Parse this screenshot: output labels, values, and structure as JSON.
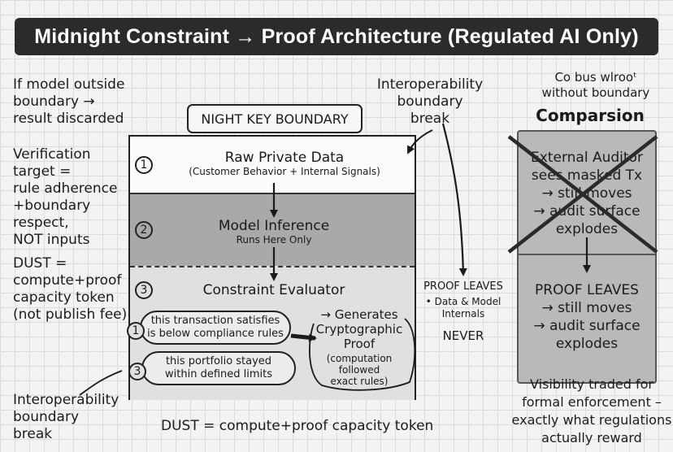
{
  "title": "Midnight Constraint → Proof Architecture (Regulated AI Only)",
  "left_notes": {
    "discard_note": [
      "If model outside",
      "boundary →",
      "result discarded"
    ],
    "verification_note": [
      "Verification",
      "target =",
      "rule adherence",
      "+boundary",
      "respect,",
      "NOT inputs"
    ],
    "dust_note": [
      "DUST =",
      "compute+proof",
      "capacity token",
      "(not publish fee)"
    ],
    "interop_bottom_note": [
      "Interoperability",
      "boundary",
      "break"
    ]
  },
  "interop_top_note": [
    "Interoperability",
    "boundary",
    "break"
  ],
  "boundary_label": "NIGHT KEY BOUNDARY",
  "sections": [
    {
      "num": "1",
      "title": "Raw Private Data",
      "subtitle": "(Customer Behavior + Internal Signals)"
    },
    {
      "num": "2",
      "title": "Model Inference",
      "subtitle": "Runs Here Only"
    },
    {
      "num": "3",
      "title": "Constraint Evaluator"
    }
  ],
  "statements": [
    {
      "num": "1",
      "text": [
        "this transaction satisfies",
        "is below compliance rules"
      ]
    },
    {
      "num": "3",
      "text": [
        "this portfolio stayed",
        "within defined limits"
      ]
    }
  ],
  "generates": [
    "→ Generates",
    "Cryptographic",
    "Proof"
  ],
  "generates_note": [
    "(computation",
    "followed",
    "exact rules)"
  ],
  "proof_leaves_mid": {
    "title": "PROOF LEAVES",
    "bullet": [
      "• Data & Model",
      "Internals"
    ],
    "never": "NEVER"
  },
  "dust_bottom": "DUST = compute+proof capacity token",
  "comparison": {
    "top_note": [
      "Co bus wlrooᵗ",
      "without boundary"
    ],
    "heading": "Comparsion",
    "crossed_text": [
      "External Auditor",
      "sees masked Tx",
      "→ still moves",
      "→ audit surface",
      "explodes"
    ],
    "lower_text": [
      "PROOF LEAVES",
      "→ still moves",
      "→ audit surface",
      "explodes"
    ]
  },
  "conclusion": [
    "Visibility traded for",
    "formal enforcement –",
    "exactly what regulations",
    "actually reward"
  ]
}
